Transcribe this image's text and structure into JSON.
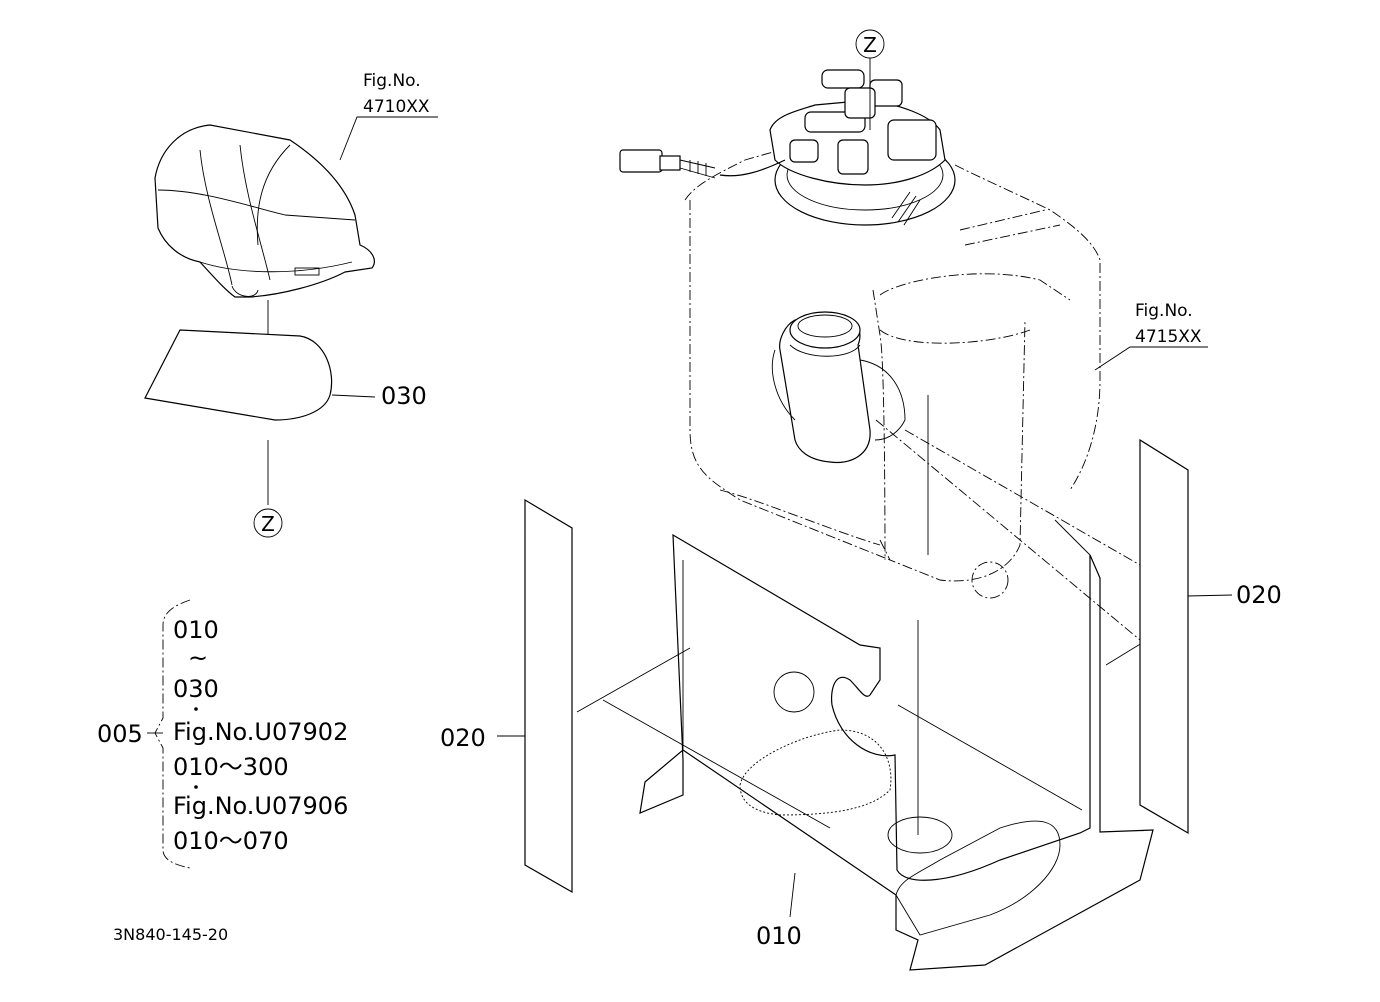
{
  "labels": {
    "fig_top_left": {
      "line1": "Fig.No.",
      "line2": "4710XX"
    },
    "fig_right": {
      "line1": "Fig.No.",
      "line2": "4715XX"
    },
    "part_030": "030",
    "part_020_left": "020",
    "part_020_right": "020",
    "part_010": "010",
    "callout_z_top": "Z",
    "callout_z_left": "Z",
    "doc_ref": "3N840-145-20"
  },
  "assembly": {
    "part": "005",
    "lines": [
      "010",
      "~",
      "030",
      "Fig.No.U07902",
      "010～300",
      "Fig.No.U07906",
      "010～070"
    ]
  }
}
